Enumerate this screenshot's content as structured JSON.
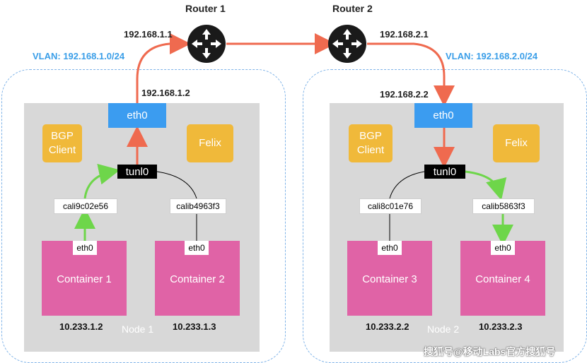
{
  "routers": {
    "router1": {
      "title": "Router 1",
      "left_ip": "192.168.1.1"
    },
    "router2": {
      "title": "Router 2",
      "right_ip": "192.168.2.1"
    }
  },
  "vlans": {
    "left": "VLAN: 192.168.1.0/24",
    "right": "VLAN: 192.168.2.0/24"
  },
  "node1": {
    "label": "Node 1",
    "host_ip": "192.168.1.2",
    "eth0": "eth0",
    "bgp_client": "BGP\nClient",
    "felix": "Felix",
    "tunl": "tunl0",
    "cali_left": "cali9c02e56",
    "cali_right": "calib4963f3",
    "containers": [
      {
        "name": "Container 1",
        "eth": "eth0",
        "ip": "10.233.1.2"
      },
      {
        "name": "Container  2",
        "eth": "eth0",
        "ip": "10.233.1.3"
      }
    ]
  },
  "node2": {
    "label": "Node 2",
    "host_ip": "192.168.2.2",
    "eth0": "eth0",
    "bgp_client": "BGP\nClient",
    "felix": "Felix",
    "tunl": "tunl0",
    "cali_left": "cali8c01e76",
    "cali_right": "calib5863f3",
    "containers": [
      {
        "name": "Container 3",
        "eth": "eth0",
        "ip": "10.233.2.2"
      },
      {
        "name": "Container  4",
        "eth": "eth0",
        "ip": "10.233.2.3"
      }
    ]
  },
  "watermark": "搜狐号@移动Labs官方搜狐号",
  "colors": {
    "route_arrow": "#ef6a4f",
    "local_arrow": "#6ed64a",
    "eth_blue": "#3b9cf0",
    "agent_yellow": "#f0b93a",
    "container_pink": "#e063a6",
    "vlan_blue": "#3a9ee8"
  }
}
